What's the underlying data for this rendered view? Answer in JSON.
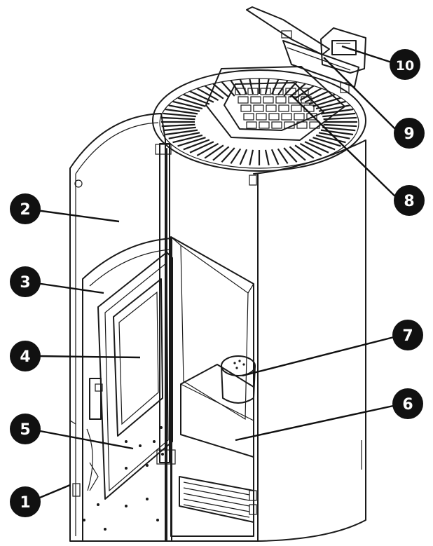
{
  "diagram": {
    "callouts": [
      {
        "id": "1",
        "label": "1"
      },
      {
        "id": "2",
        "label": "2"
      },
      {
        "id": "3",
        "label": "3"
      },
      {
        "id": "4",
        "label": "4"
      },
      {
        "id": "5",
        "label": "5"
      },
      {
        "id": "6",
        "label": "6"
      },
      {
        "id": "7",
        "label": "7"
      },
      {
        "id": "8",
        "label": "8"
      },
      {
        "id": "9",
        "label": "9"
      },
      {
        "id": "10",
        "label": "10"
      }
    ],
    "colors": {
      "line": "#1a1a1a",
      "callout_fill": "#111111",
      "callout_text": "#ffffff",
      "body": "#ffffff"
    }
  }
}
